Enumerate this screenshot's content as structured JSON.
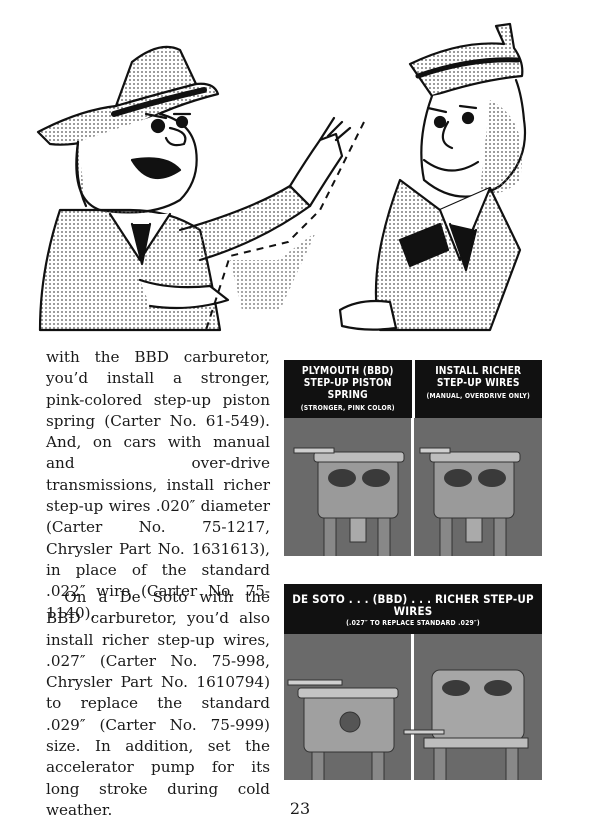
{
  "paragraphs": [
    "with the BBD carburetor, you’d install a stronger, pink-colored step-up piston spring (Carter No. 61-549). And, on cars with manual and over-drive transmissions, install richer step-up wires .020″ diameter (Carter No. 75-1217, Chrysler Part No. 1631613), in place of the standard .022″ wire (Carter No. 75-1140).",
    "On a De Soto with the BBD carburetor, you’d also install richer step-up wires, .027″ (Carter No. 75-998, Chrysler Part No. 1610794) to replace the standard .029″ (Carter No. 75-999) size. In addition, set the accelerator pump for its long stroke during cold weather."
  ],
  "figure1": {
    "left_title": "PLYMOUTH (BBD) STEP-UP PISTON SPRING",
    "left_subtitle": "(STRONGER, PINK COLOR)",
    "right_title": "INSTALL RICHER STEP-UP WIRES",
    "right_subtitle": "(MANUAL, OVERDRIVE ONLY)"
  },
  "figure2": {
    "title": "DE SOTO . . . (BBD) . . . RICHER STEP-UP WIRES",
    "subtitle": "(.027″ TO REPLACE STANDARD .029″)"
  },
  "page_number": "23"
}
